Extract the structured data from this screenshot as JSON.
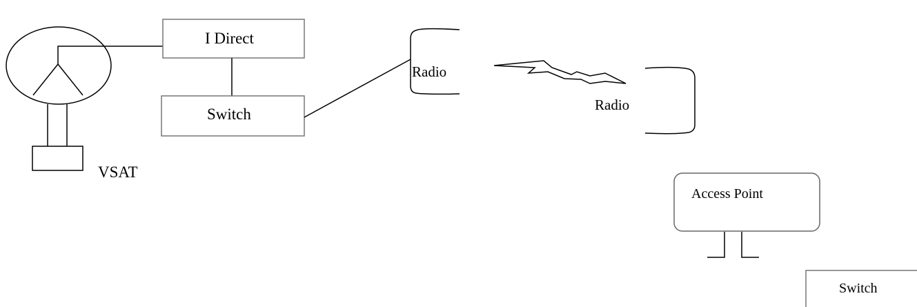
{
  "diagram": {
    "nodes": {
      "idirect": "I Direct",
      "switch_main": "Switch",
      "radio_local": "Radio",
      "radio_remote": "Radio",
      "vsat": "VSAT",
      "access_point": "Access Point",
      "switch_remote": "Switch"
    }
  }
}
